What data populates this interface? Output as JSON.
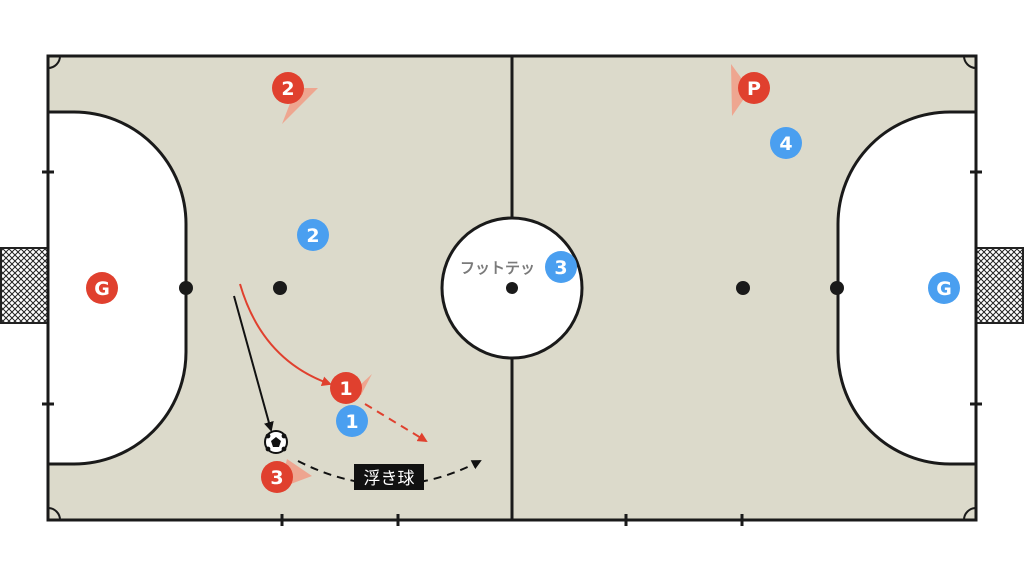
{
  "diagram": {
    "watermark": "フットテッ",
    "ball_label": "浮き球",
    "colors": {
      "pitch": "#dcdacb",
      "lines": "#1a1a1a",
      "area": "#ffffff",
      "team_red": "#e0402e",
      "team_blue": "#4a9ff0",
      "cone": "#f0a08a",
      "watermark": "#7a7a7a",
      "label_bg": "#111111"
    },
    "icons": [
      "soccer-ball-icon",
      "goal-net-icon",
      "player-direction-cone-icon"
    ],
    "red_players": [
      {
        "id": "red-goalkeeper",
        "label": "G"
      },
      {
        "id": "red-2",
        "label": "2"
      },
      {
        "id": "red-1",
        "label": "1"
      },
      {
        "id": "red-3",
        "label": "3"
      },
      {
        "id": "red-pivot",
        "label": "P"
      }
    ],
    "blue_players": [
      {
        "id": "blue-2",
        "label": "2"
      },
      {
        "id": "blue-3",
        "label": "3"
      },
      {
        "id": "blue-1",
        "label": "1"
      },
      {
        "id": "blue-4",
        "label": "4"
      },
      {
        "id": "blue-goalkeeper",
        "label": "G"
      }
    ]
  }
}
